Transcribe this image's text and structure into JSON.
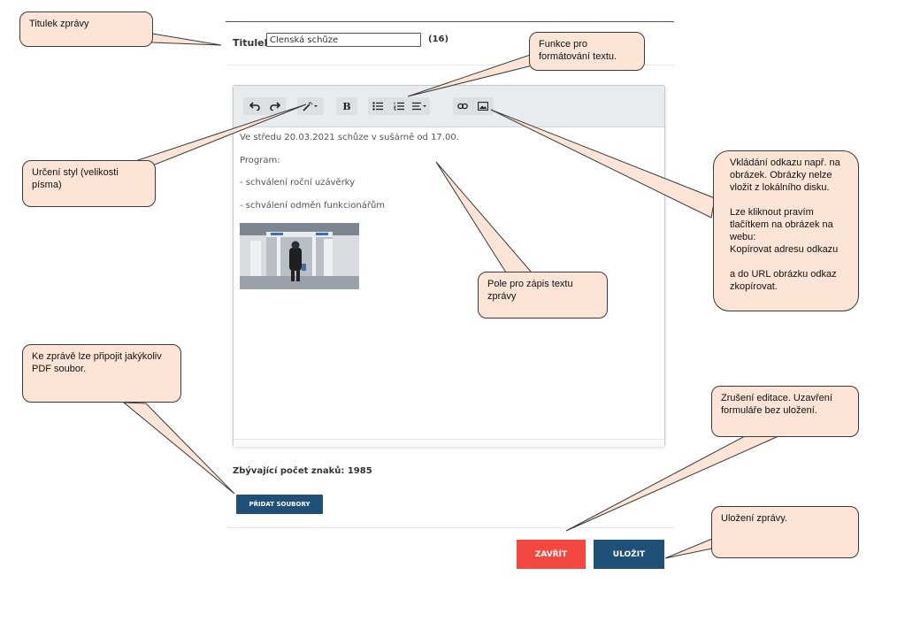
{
  "form": {
    "title_label": "Titulek:",
    "title_value": "Členská schůze",
    "title_count": "(16)",
    "editor_lines": [
      "Ve středu 20.03.2021 schůze v sušárně od 17.00.",
      "Program:",
      "- schválení roční uzávěrky",
      "- schválení odměn funkcionářům"
    ],
    "remaining_chars": "Zbývající počet znaků: 1985",
    "add_files_label": "PŘIDAT SOUBORY",
    "close_label": "ZAVŘÍT",
    "save_label": "ULOŽIT"
  },
  "toolbar": {
    "buttons": [
      "undo-icon",
      "redo-icon",
      "magic-wand-icon",
      "bold-icon",
      "bullet-list-icon",
      "numbered-list-icon",
      "align-icon",
      "link-icon",
      "image-icon"
    ],
    "bold_glyph": "B"
  },
  "callouts": {
    "title": "Titulek zprávy",
    "format": "Funkce pro formátování textu.",
    "style": "Určení styl (velikosti písma)",
    "link": "Vkládání odkazu např. na obrázek. Obrázky nelze vložit z lokálního disku.\n\nLze kliknout pravím tlačítkem na obrázek na webu:\nKopírovat adresu odkazu\n\na do URL obrázku odkaz zkopírovat.",
    "text_field": "Pole pro zápis textu zprávy",
    "attach": "Ke zprávě lze připojit jakýkoliv PDF soubor.",
    "cancel": "Zrušení editace. Uzavření formuláře bez uložení.",
    "save": "Uložení zprávy."
  },
  "colors": {
    "callout_fill": "#fce4d6",
    "primary_button": "#1f5078",
    "danger_button": "#f4473f"
  }
}
